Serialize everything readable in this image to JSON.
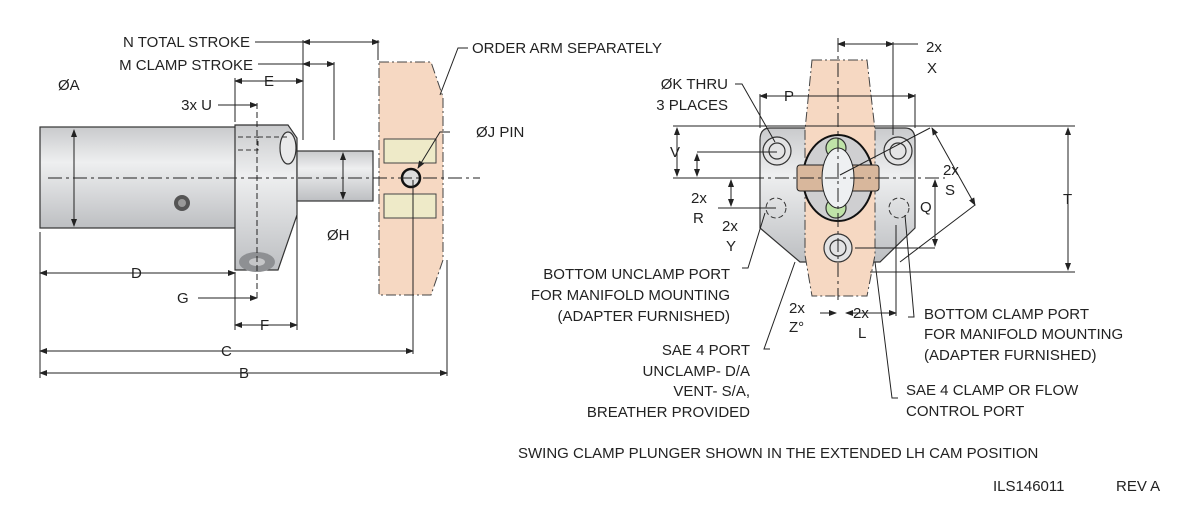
{
  "colors": {
    "metal": "#d9dadc",
    "metal_dark": "#a9abae",
    "arm": "#f6d8c2",
    "bushing": "#eeeac8",
    "ball": "#bfe3a8"
  },
  "side_view": {
    "n_total_stroke": "N TOTAL STROKE",
    "m_clamp_stroke": "M CLAMP STROKE",
    "dia_a": "ØA",
    "e": "E",
    "u": "3x U",
    "dia_j_pin": "ØJ PIN",
    "order_arm": "ORDER ARM SEPARATELY",
    "dia_h": "ØH",
    "d": "D",
    "g": "G",
    "f": "F",
    "c": "C",
    "b": "B"
  },
  "end_view": {
    "x_count": "2x",
    "x": "X",
    "k_thru": "ØK THRU",
    "k_places": "3 PLACES",
    "p": "P",
    "v": "V",
    "r_count": "2x",
    "r": "R",
    "y_count": "2x",
    "y": "Y",
    "s_count": "2x",
    "s": "S",
    "q": "Q",
    "t": "T",
    "z_count": "2x",
    "z": "Z°",
    "l_count": "2x",
    "l": "L",
    "bottom_unclamp": [
      "BOTTOM UNCLAMP PORT",
      "FOR MANIFOLD MOUNTING",
      "(ADAPTER FURNISHED)"
    ],
    "bottom_clamp": [
      "BOTTOM CLAMP PORT",
      "FOR MANIFOLD MOUNTING",
      "(ADAPTER FURNISHED)"
    ],
    "sae_unclamp": [
      "SAE 4 PORT",
      "UNCLAMP- D/A",
      "VENT- S/A,",
      "BREATHER PROVIDED"
    ],
    "sae_clamp": [
      "SAE 4 CLAMP OR FLOW",
      "CONTROL PORT"
    ]
  },
  "caption": "SWING CLAMP PLUNGER SHOWN IN THE EXTENDED LH CAM POSITION",
  "drawing_number": "ILS146011",
  "revision": "REV A"
}
